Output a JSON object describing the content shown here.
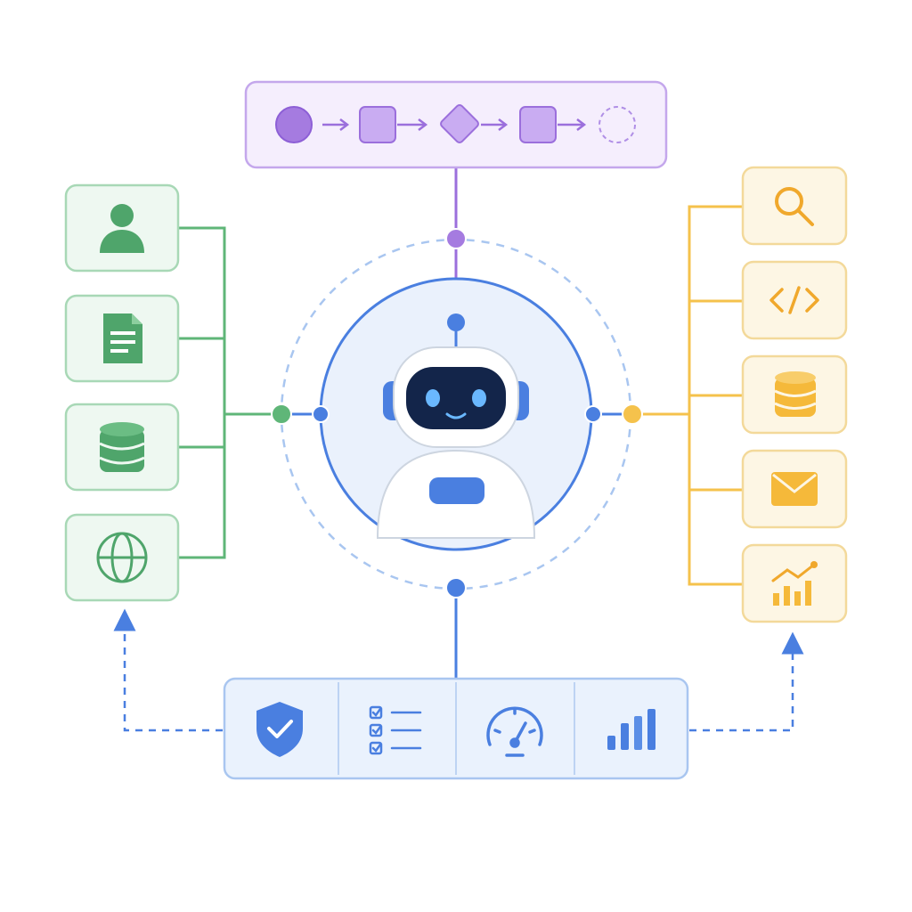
{
  "colors": {
    "workflow": "#9b6fdc",
    "workflow_fill": "#f5eefd",
    "inputs": "#5fb678",
    "inputs_fill": "#eef8f1",
    "tools": "#f5c24c",
    "tools_fill": "#fdf6e4",
    "core": "#4a7fe0",
    "core_fill": "#eaf1fc",
    "monitor_fill": "#eaf2fd"
  },
  "workflow": {
    "steps": [
      "start-circle",
      "process-square",
      "decision-diamond",
      "process-square",
      "end-circle-dashed"
    ]
  },
  "inputs": {
    "items": [
      "user-icon",
      "document-icon",
      "database-icon",
      "globe-icon"
    ]
  },
  "tools": {
    "items": [
      "search-icon",
      "code-icon",
      "database-icon",
      "mail-icon",
      "chart-icon"
    ]
  },
  "core": {
    "icon": "robot-icon"
  },
  "monitor": {
    "items": [
      "shield-check-icon",
      "checklist-icon",
      "gauge-icon",
      "bar-chart-icon"
    ]
  }
}
